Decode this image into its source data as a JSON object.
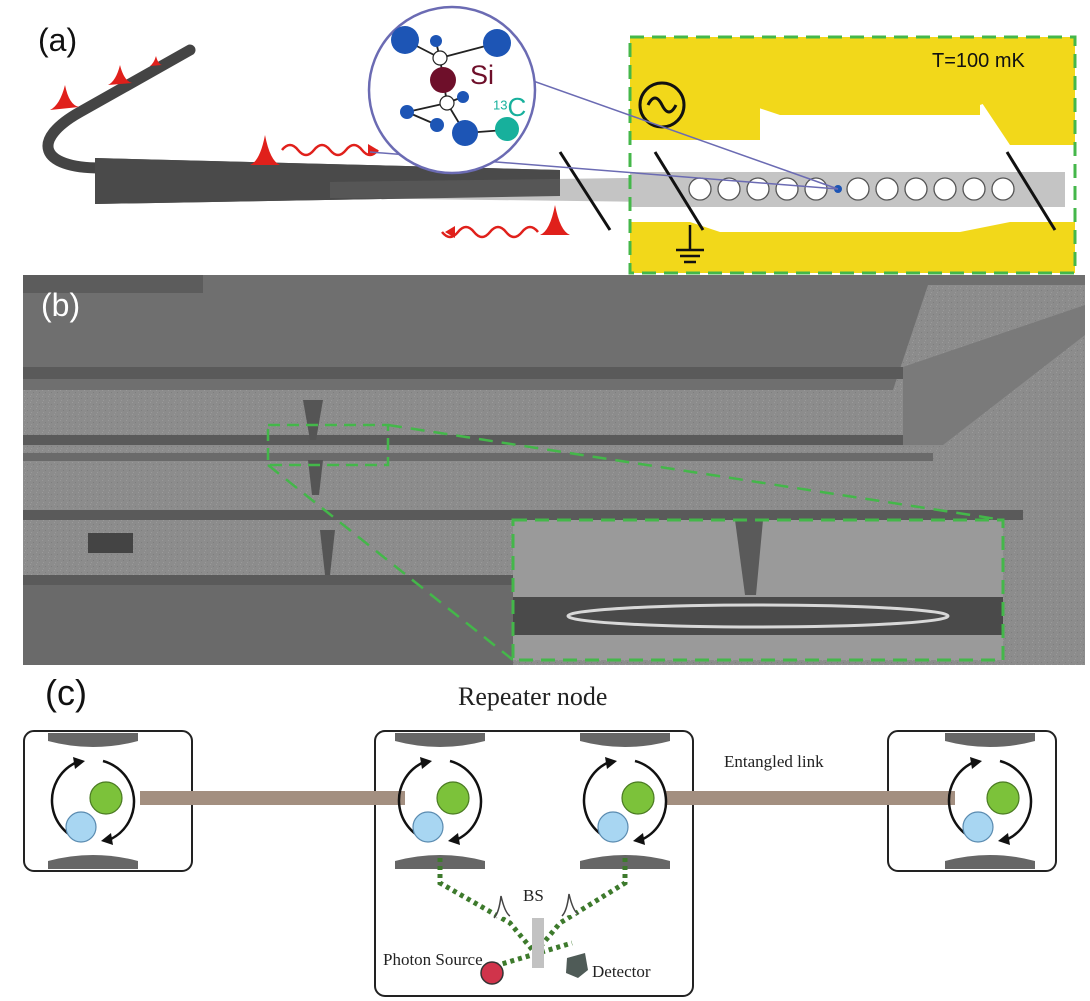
{
  "panel_a": {
    "label": "(a)",
    "temperature": "T=100 mK",
    "atom_si": "Si",
    "atom_c_mass": "13",
    "atom_c": "C",
    "colors": {
      "electrode": "#f2d81a",
      "frame": "#44b74a",
      "pulse": "#e0201b",
      "si": "#6e0f2a",
      "carbon": "#17b09c",
      "atom": "#1d55b5"
    }
  },
  "panel_b": {
    "label": "(b)"
  },
  "panel_c": {
    "label": "(c)",
    "title": "Repeater node",
    "entangled_link": "Entangled link",
    "bs": "BS",
    "photon_source": "Photon Source",
    "detector": "Detector",
    "colors": {
      "qubit_green": "#7cc23a",
      "qubit_blue": "#a8d6f2",
      "link": "#a38f80",
      "optical_path": "#3d7a2c",
      "source": "#d0344b"
    }
  }
}
